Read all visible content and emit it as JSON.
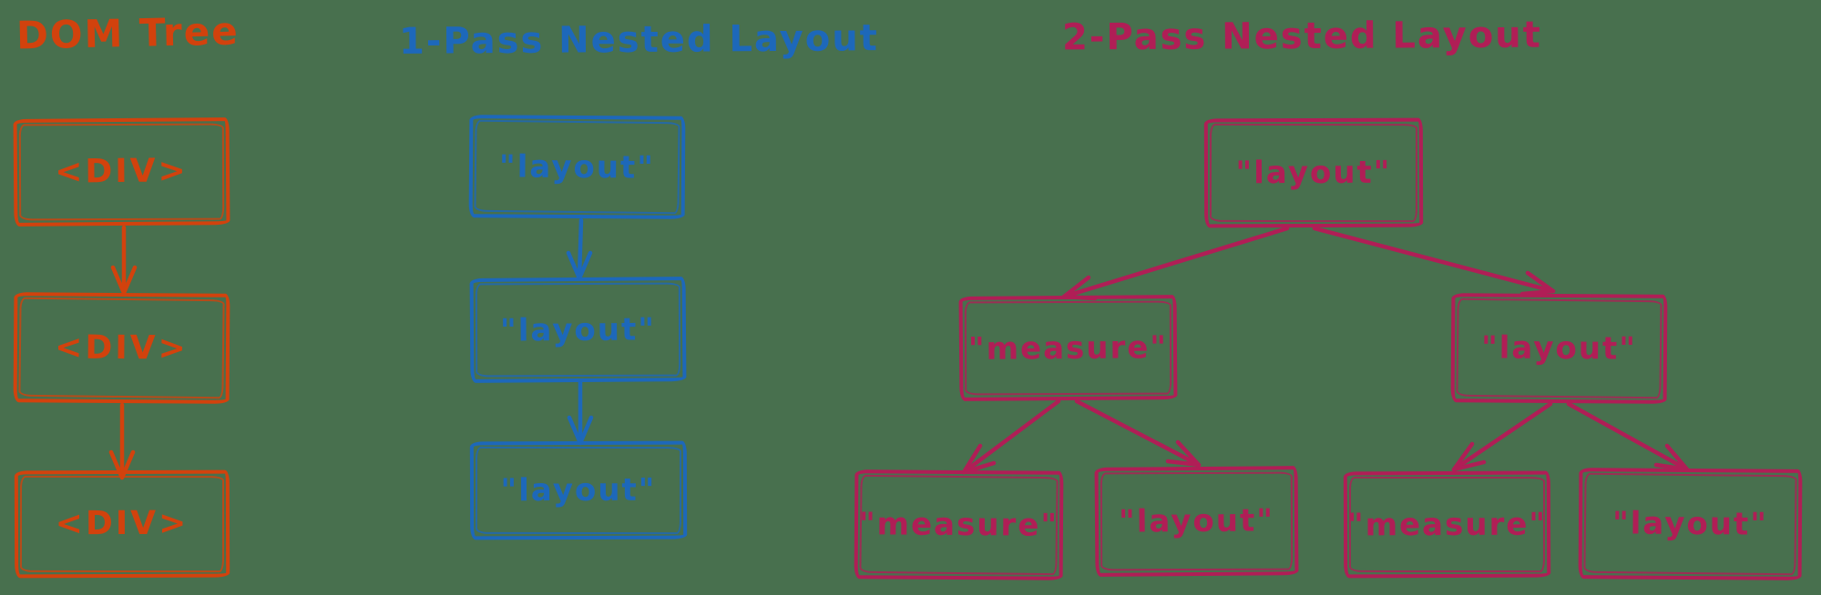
{
  "colors": {
    "background": "#48704e",
    "dom": "#d2420d",
    "one_pass": "#1d68ba",
    "two_pass": "#b01e56"
  },
  "sections": {
    "dom_tree": {
      "title": "DOM Tree",
      "nodes": [
        "<DIV>",
        "<DIV>",
        "<DIV>"
      ]
    },
    "one_pass": {
      "title": "1-Pass Nested Layout",
      "nodes": [
        "\"layout\"",
        "\"layout\"",
        "\"layout\""
      ]
    },
    "two_pass": {
      "title": "2-Pass Nested Layout",
      "root": "\"layout\"",
      "children": [
        "\"measure\"",
        "\"layout\""
      ],
      "grandchildren": [
        "\"measure\"",
        "\"layout\"",
        "\"measure\"",
        "\"layout\""
      ]
    }
  }
}
